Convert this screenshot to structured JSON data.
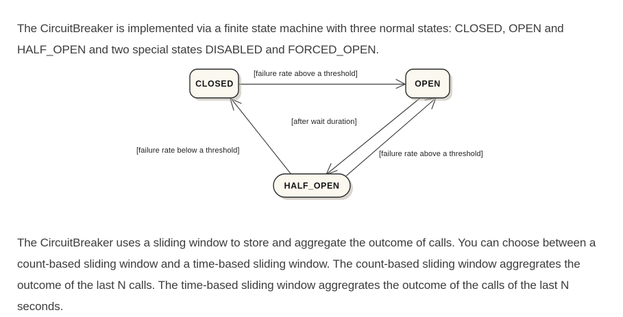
{
  "paragraphs": {
    "top": "The CircuitBreaker is implemented via a finite state machine with three normal states: CLOSED, OPEN and HALF_OPEN and two special states DISABLED and FORCED_OPEN.",
    "bottom": "The CircuitBreaker uses a sliding window to store and aggregate the outcome of calls. You can choose between a count-based sliding window and a time-based sliding window. The count-based sliding window aggregrates the outcome of the last N calls. The time-based sliding window aggregrates the outcome of the calls of the last N seconds."
  },
  "diagram": {
    "type": "state-machine",
    "colors": {
      "node_fill": "#fbf8ef",
      "node_stroke": "#2b2b2b",
      "edge_stroke": "#3a3a3a",
      "text": "#1f1f1f",
      "background": "#ffffff"
    },
    "states": [
      {
        "id": "closed",
        "label": "CLOSED"
      },
      {
        "id": "open",
        "label": "OPEN"
      },
      {
        "id": "half_open",
        "label": "HALF_OPEN"
      }
    ],
    "transitions": [
      {
        "id": "closed-to-open",
        "from": "CLOSED",
        "to": "OPEN",
        "label": "[failure rate above a threshold]"
      },
      {
        "id": "open-to-half-open",
        "from": "OPEN",
        "to": "HALF_OPEN",
        "label": "[after wait duration]"
      },
      {
        "id": "half-open-to-closed",
        "from": "HALF_OPEN",
        "to": "CLOSED",
        "label": "[failure rate below a threshold]"
      },
      {
        "id": "half-open-to-open",
        "from": "HALF_OPEN",
        "to": "OPEN",
        "label": "[failure rate above a threshold]"
      }
    ]
  }
}
